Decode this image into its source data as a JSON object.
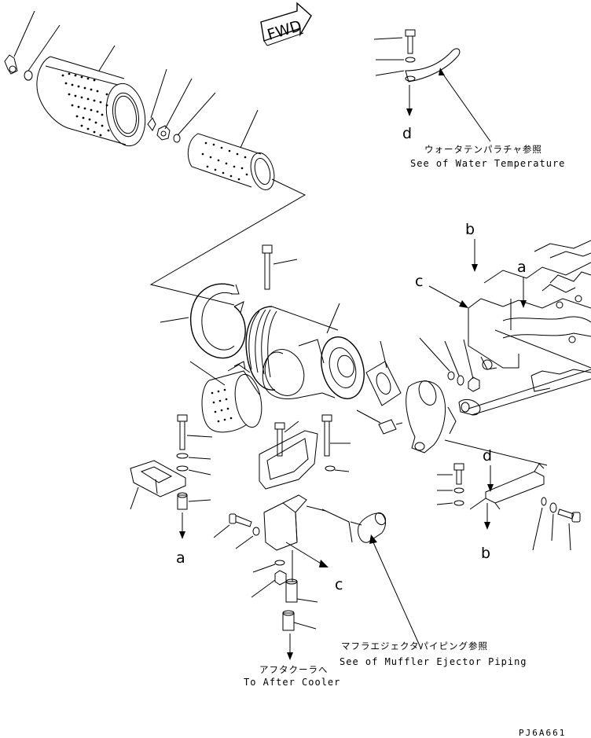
{
  "direction_arrow": {
    "label": "FWD"
  },
  "refs": {
    "water_temp_jp": "ウォータテンパラチャ参照",
    "water_temp_en": "See of Water Temperature",
    "muffler_jp": "マフラエジェクタパイピング参照",
    "muffler_en": "See of Muffler Ejector Piping",
    "after_cooler_jp": "アフタクーラへ",
    "after_cooler_en": "To After Cooler"
  },
  "letters": {
    "a_top": "a",
    "a_bottom": "a",
    "b_top": "b",
    "b_bottom": "b",
    "c_top": "c",
    "c_bottom": "c",
    "d_top": "d",
    "d_mid": "d"
  },
  "drawing_code": "PJ6A661"
}
